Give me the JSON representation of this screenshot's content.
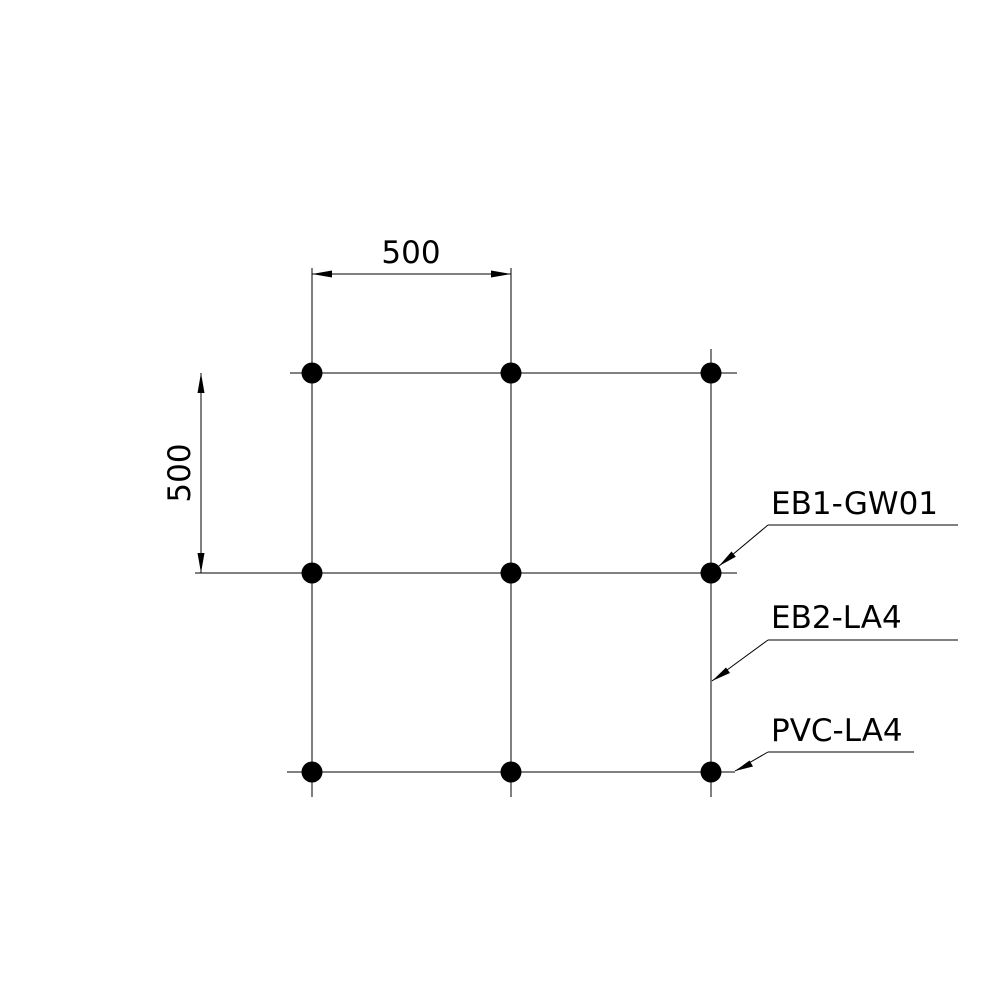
{
  "dimensions": {
    "horizontal": "500",
    "vertical": "500"
  },
  "labels": {
    "top": "EB1-GW01",
    "middle": "EB2-LA4",
    "bottom": "PVC-LA4"
  },
  "colors": {
    "line": "#000000",
    "node": "#000000",
    "background": "#ffffff"
  },
  "grid": {
    "rows": 3,
    "columns": 3,
    "spacing": "500"
  }
}
